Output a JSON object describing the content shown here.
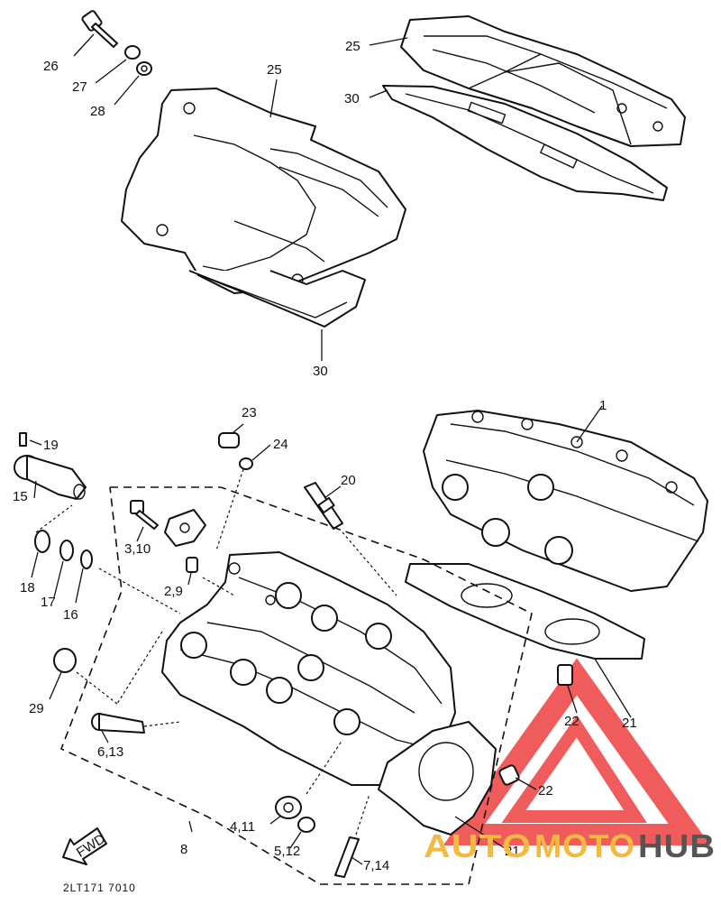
{
  "callouts": [
    {
      "id": "c26",
      "text": "26"
    },
    {
      "id": "c27",
      "text": "27"
    },
    {
      "id": "c28",
      "text": "28"
    },
    {
      "id": "c25a",
      "text": "25"
    },
    {
      "id": "c25b",
      "text": "25"
    },
    {
      "id": "c30a",
      "text": "30"
    },
    {
      "id": "c30b",
      "text": "30"
    },
    {
      "id": "c1",
      "text": "1"
    },
    {
      "id": "c23",
      "text": "23"
    },
    {
      "id": "c24",
      "text": "24"
    },
    {
      "id": "c19",
      "text": "19"
    },
    {
      "id": "c15",
      "text": "15"
    },
    {
      "id": "c20",
      "text": "20"
    },
    {
      "id": "c3_10",
      "text": "3,10"
    },
    {
      "id": "c2_9",
      "text": "2,9"
    },
    {
      "id": "c18",
      "text": "18"
    },
    {
      "id": "c17",
      "text": "17"
    },
    {
      "id": "c16",
      "text": "16"
    },
    {
      "id": "c29",
      "text": "29"
    },
    {
      "id": "c6_13",
      "text": "6,13"
    },
    {
      "id": "c22a",
      "text": "22"
    },
    {
      "id": "c21a",
      "text": "21"
    },
    {
      "id": "c22b",
      "text": "22"
    },
    {
      "id": "c4_11",
      "text": "4,11"
    },
    {
      "id": "c8",
      "text": "8"
    },
    {
      "id": "c5_12",
      "text": "5,12"
    },
    {
      "id": "c21b",
      "text": "21"
    },
    {
      "id": "c7_14",
      "text": "7,14"
    }
  ],
  "fwd_label": "FWD",
  "drawing_code": "2LT171 7010",
  "watermark": {
    "part1": "AUTO",
    "part2": "MOTO",
    "part3": "HUB",
    "color_auto": "#f5b942",
    "color_moto": "#f5b942",
    "color_hub": "#555555",
    "triangle_color": "#ef4b4b"
  }
}
